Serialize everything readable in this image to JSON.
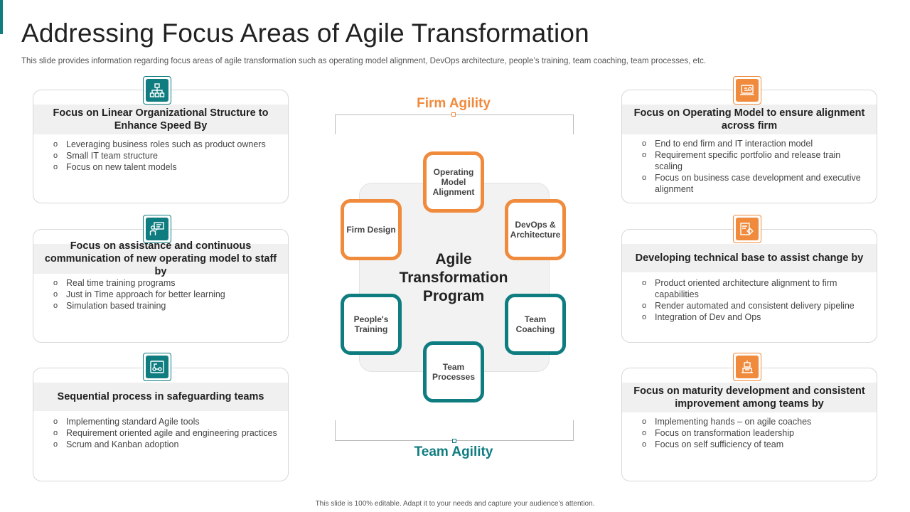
{
  "title": "Addressing Focus Areas of Agile Transformation",
  "subtitle": "This slide provides information regarding focus areas of agile transformation such as operating model alignment, DevOps architecture, people’s training, team coaching, team processes, etc.",
  "footer": "This slide is 100% editable.  Adapt it to your needs and capture your audience’s attention.",
  "colors": {
    "teal": "#0f7d80",
    "orange": "#f08a3c",
    "header_bg": "#f0f0f0"
  },
  "left_cards": [
    {
      "icon": "org-structure-icon",
      "heading": "Focus on Linear Organizational Structure to Enhance Speed By",
      "bullets": [
        "Leveraging  business roles such as product owners",
        "Small IT team structure",
        "Focus on new talent models"
      ]
    },
    {
      "icon": "training-presentation-icon",
      "heading": "Focus on assistance and  continuous communication of new operating model to staff by",
      "bullets": [
        "Real time training programs",
        "Just in Time approach for better learning",
        "Simulation based training"
      ]
    },
    {
      "icon": "process-flow-icon",
      "heading": "Sequential process in safeguarding teams",
      "bullets": [
        "Implementing standard Agile tools",
        "Requirement  oriented agile and engineering  practices",
        "Scrum and Kanban adoption"
      ]
    }
  ],
  "right_cards": [
    {
      "icon": "operating-model-icon",
      "heading": "Focus on Operating Model to ensure alignment across firm",
      "bullets": [
        "End to end firm and IT interaction model",
        "Requirement  specific portfolio and release train scaling",
        "Focus on business case development  and executive  alignment"
      ]
    },
    {
      "icon": "technical-base-gear-icon",
      "heading": "Developing technical base to assist change by",
      "bullets": [
        "Product oriented  architecture alignment to firm capabilities",
        "Render  automated and consistent delivery  pipeline",
        "Integration  of Dev and Ops"
      ]
    },
    {
      "icon": "maturity-development-icon",
      "heading": "Focus on maturity development and consistent improvement among teams by",
      "bullets": [
        "Implementing hands – on agile coaches",
        "Focus on transformation  leadership",
        "Focus on self sufficiency of team"
      ]
    }
  ],
  "center": {
    "firm_agility": "Firm Agility",
    "team_agility": "Team Agility",
    "title": "Agile Transformation Program",
    "nodes": [
      {
        "label": "Operating Model Alignment",
        "color": "orange"
      },
      {
        "label": "DevOps & Architecture",
        "color": "orange"
      },
      {
        "label": "Team Coaching",
        "color": "teal"
      },
      {
        "label": "Team Processes",
        "color": "teal"
      },
      {
        "label": "People's Training",
        "color": "teal"
      },
      {
        "label": "Firm Design",
        "color": "orange"
      }
    ]
  }
}
